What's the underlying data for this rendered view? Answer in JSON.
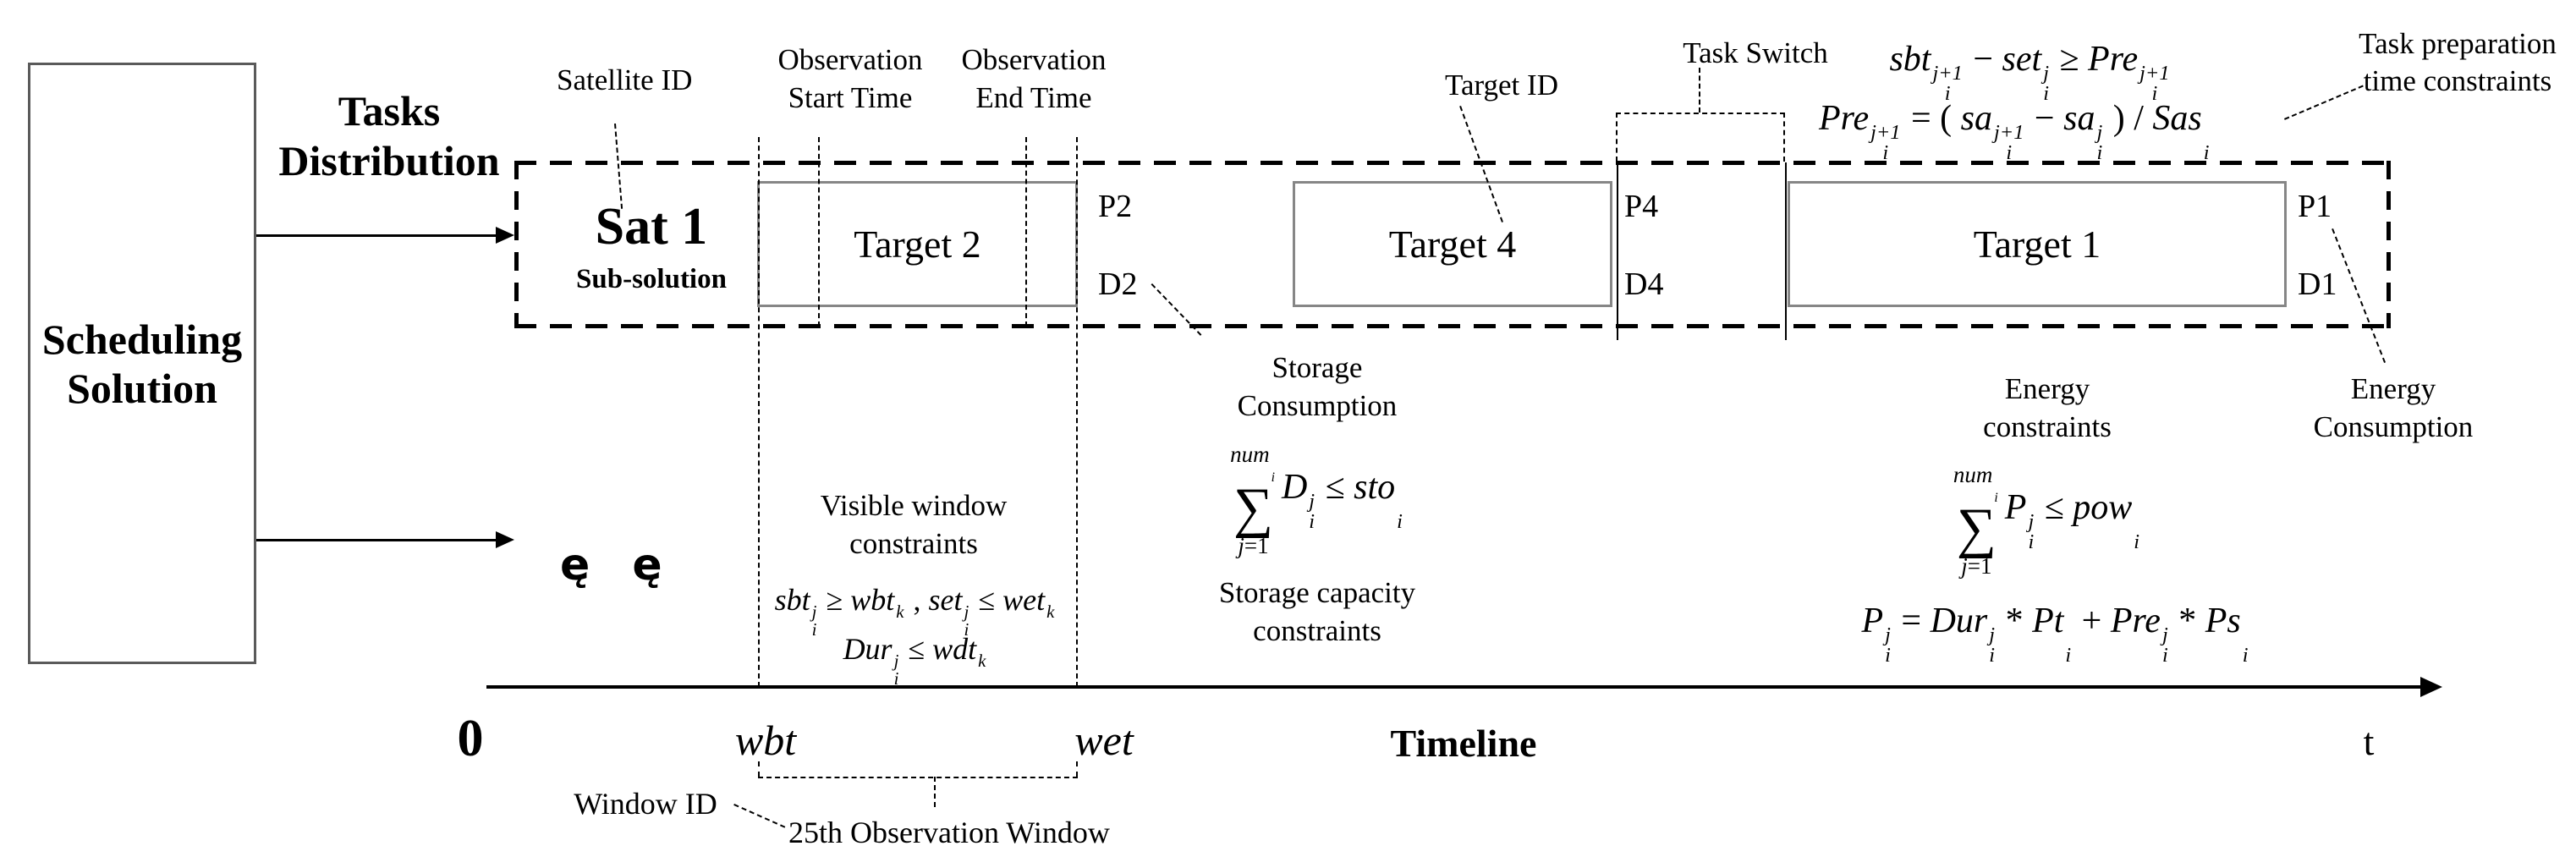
{
  "left_flow": {
    "scheduling_line1": "Scheduling",
    "scheduling_line2": "Solution",
    "tasks_line1": "Tasks",
    "tasks_line2": "Distribution",
    "ellipsis_glyphs": "ę ę"
  },
  "subsolution": {
    "satellite": "Sat 1",
    "sub_label": "Sub-solution",
    "targets": [
      {
        "name": "Target 2",
        "p": "P2",
        "d": "D2"
      },
      {
        "name": "Target 4",
        "p": "P4",
        "d": "D4"
      },
      {
        "name": "Target 1",
        "p": "P1",
        "d": "D1"
      }
    ]
  },
  "annotations": {
    "satellite_id": "Satellite ID",
    "obs_start_l1": "Observation",
    "obs_start_l2": "Start Time",
    "obs_end_l1": "Observation",
    "obs_end_l2": "End Time",
    "target_id": "Target ID",
    "task_switch": "Task Switch",
    "task_prep_l1": "Task preparation",
    "task_prep_l2": "time constraints",
    "storage_consumption_l1": "Storage",
    "storage_consumption_l2": "Consumption",
    "storage_capacity_l1": "Storage capacity",
    "storage_capacity_l2": "constraints",
    "energy_constraints_l1": "Energy",
    "energy_constraints_l2": "constraints",
    "energy_consumption_l1": "Energy",
    "energy_consumption_l2": "Consumption",
    "visible_window_l1": "Visible window",
    "visible_window_l2": "constraints",
    "window_id": "Window ID",
    "window_25": "25th Observation Window"
  },
  "axis": {
    "zero": "0",
    "wbt": "wbt",
    "wet": "wet",
    "timeline": "Timeline",
    "t": "t"
  },
  "formulas": {
    "prep1": "sbt{i|j+1} − set{i|j} ≥ Pre{i|j+1}",
    "prep2": "Pre{i|j+1} = ( sa{i|j+1} − sa{i|j} ) / Sas{i|}",
    "visible1": "sbt{i|j} ≥ wbt{|k} , set{i|j} ≤ wet{|k}",
    "visible2": "Dur{i|j} ≤ wdt{|k}",
    "storage_sum": {
      "top": "num{i|}",
      "bottom": "j{|}=1",
      "body": "D{i|j} ≤ sto{i|}"
    },
    "energy_sum": {
      "top": "num{i|}",
      "bottom": "j{|}=1",
      "body": "P{i|j} ≤ pow{i|}"
    },
    "energy_eq": "P{i|j} = Dur{i|j} * Pt{i|} + Pre{i|j} * Ps{i|}"
  },
  "colors": {
    "line": "#000000",
    "target_border": "#868686",
    "sched_border": "#5a5a5a"
  }
}
